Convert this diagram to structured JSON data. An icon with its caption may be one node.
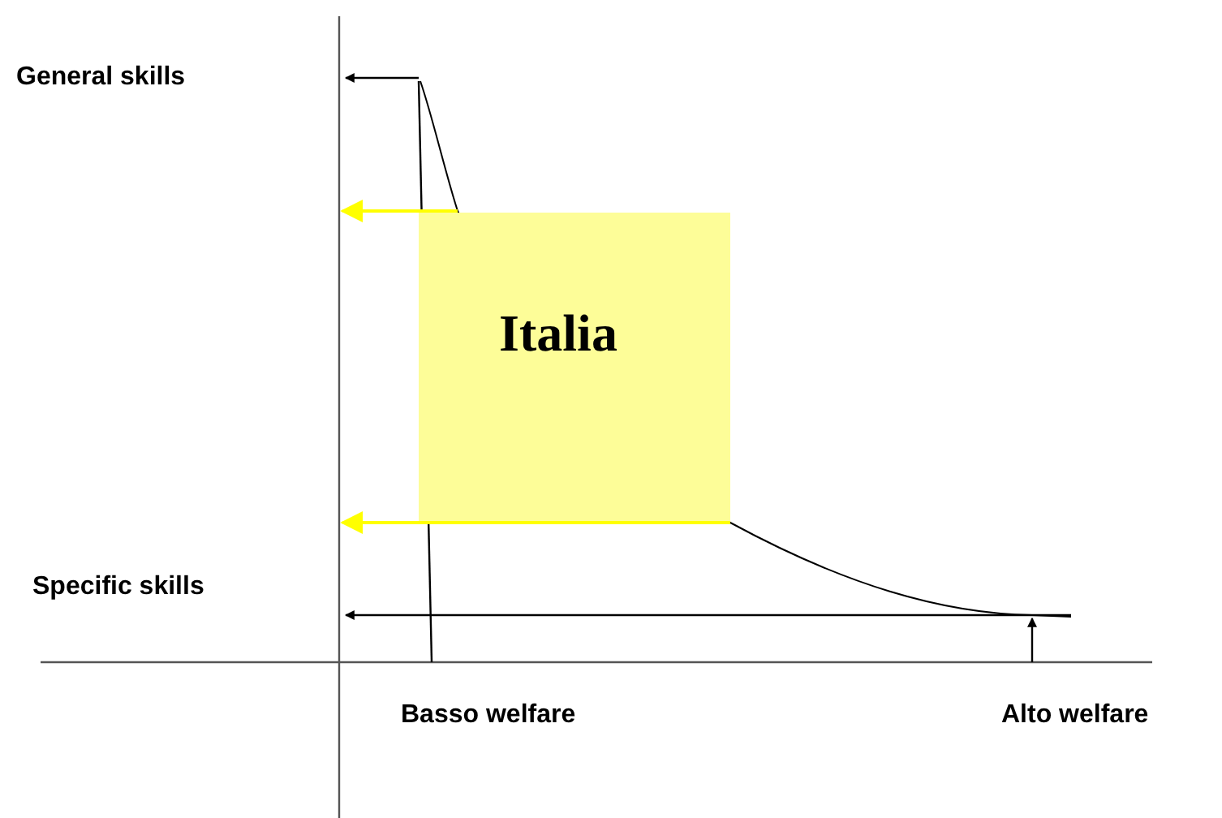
{
  "diagram": {
    "nodes": [
      {
        "text": [
          "Italia"
        ]
      }
    ],
    "labels": [
      "General skills",
      "Specific skills",
      "Basso welfare",
      "Alto welfare"
    ]
  }
}
